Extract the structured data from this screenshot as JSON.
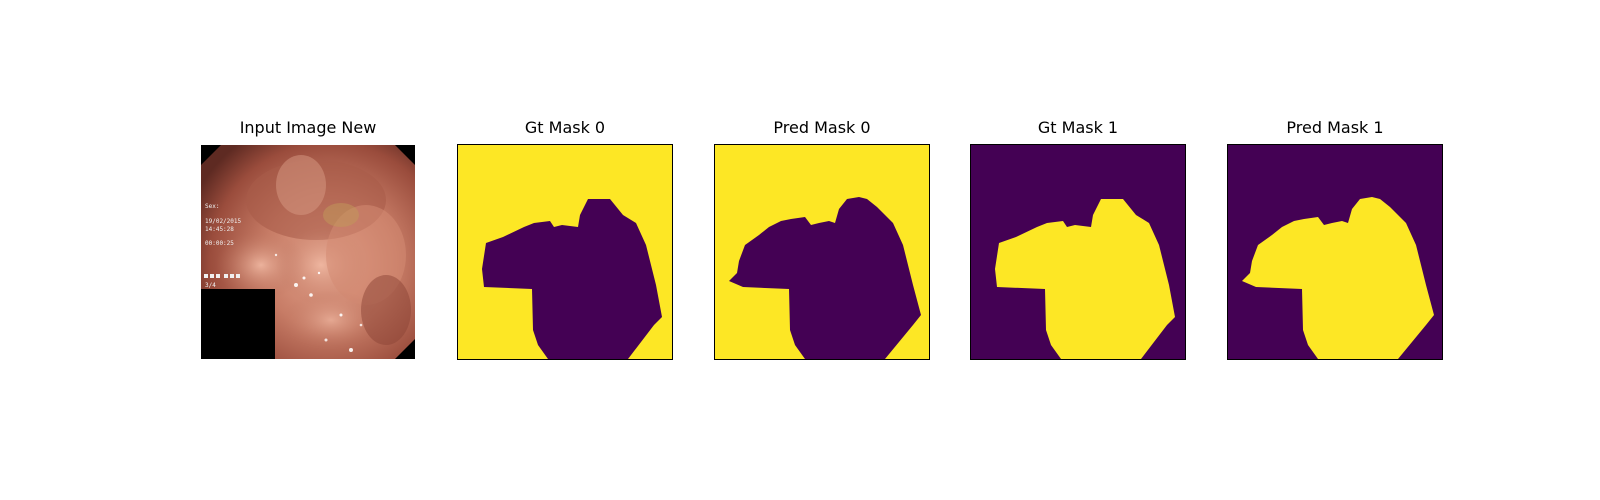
{
  "colors": {
    "mask_bg_yellow": "#fde725",
    "mask_fg_purple": "#440154",
    "image_black": "#000000",
    "tissue_base": "#b86a58",
    "tissue_light": "#e3a48e",
    "tissue_dark": "#7a3a2e"
  },
  "panels": [
    {
      "title": "Input Image New",
      "kind": "endoscopy-image"
    },
    {
      "title": "Gt Mask 0",
      "kind": "mask",
      "foreground": "mask_bg_yellow",
      "background": "mask_fg_purple",
      "inverted": true
    },
    {
      "title": "Pred Mask 0",
      "kind": "mask",
      "foreground": "mask_bg_yellow",
      "background": "mask_fg_purple",
      "inverted": true
    },
    {
      "title": "Gt Mask 1",
      "kind": "mask",
      "foreground": "mask_bg_yellow",
      "background": "mask_fg_purple",
      "inverted": false
    },
    {
      "title": "Pred Mask 1",
      "kind": "mask",
      "foreground": "mask_bg_yellow",
      "background": "mask_fg_purple",
      "inverted": false
    }
  ],
  "overlay_text": {
    "line1": "Sex:",
    "line2": "19/02/2015",
    "line3": "14:45:28",
    "line4": "00:00:25",
    "line5": "3/4"
  }
}
